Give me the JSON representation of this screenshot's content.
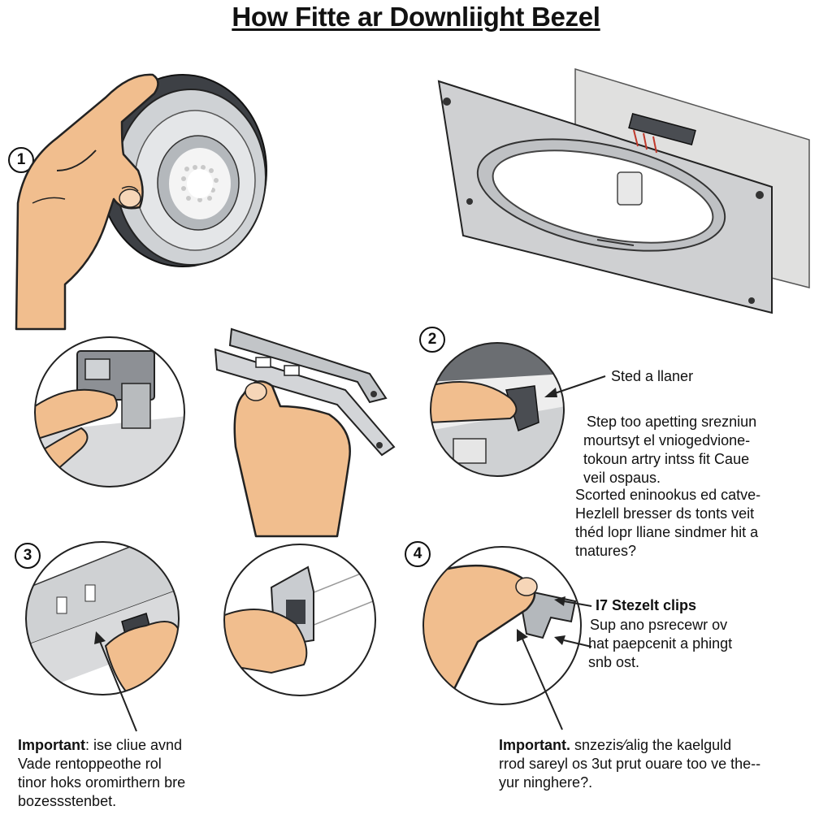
{
  "title": "How Fitte ar Downliight Bezel",
  "colors": {
    "skin": "#f1be8e",
    "skin_line": "#222222",
    "metal": "#c8cbce",
    "dark_metal": "#4a4d52",
    "panel": "#d6d7d9",
    "outline": "#1a1a1a"
  },
  "steps": [
    {
      "number": "1"
    },
    {
      "number": "2"
    },
    {
      "number": "3"
    },
    {
      "number": "4"
    }
  ],
  "step2_text": {
    "heading": "Sted a llaner",
    "lines": [
      "Step too apetting srezniun",
      "mourtsyt el vniogedvione-",
      "tokoun artry intss fit Caue",
      "veil ospaus."
    ],
    "para2": [
      "Scorted eninookus ed catve-",
      "Hezlell bresser ds tonts veit",
      "théd lopr lliane sindmer hit a",
      "tnatures?"
    ]
  },
  "step4_text": {
    "heading": "I7 Stezelt clips",
    "lines": [
      "Sup ano psrecewr ov",
      "hat paepcenit a phingt",
      "snb ost."
    ]
  },
  "note_left": {
    "label": "Important",
    "lines": [
      ": ise cliue avnd",
      "Vade rentoppeothe rol",
      "tinor hoks oromirthern bre",
      "bozessstenbet."
    ]
  },
  "note_right": {
    "label": "Important.",
    "lines": [
      " snzezis⁄alig the kaelguld",
      "rrod sareyl os 3ut prut ouare too ve the--",
      "yur ninghere?."
    ]
  }
}
